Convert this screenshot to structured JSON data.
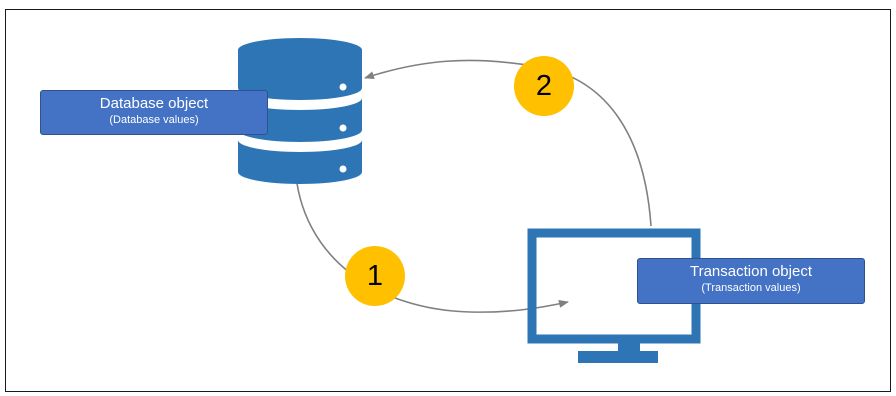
{
  "database_object": {
    "title": "Database object",
    "subtitle": "(Database values)"
  },
  "transaction_object": {
    "title": "Transaction object",
    "subtitle": "(Transaction values)"
  },
  "steps": [
    {
      "number": "1"
    },
    {
      "number": "2"
    }
  ],
  "colors": {
    "icon_blue": "#2e75b6",
    "label_blue": "#4472c4",
    "badge_yellow": "#ffc000",
    "arrow_gray": "#808080",
    "frame_border": "#1a1a1a"
  },
  "icons": {
    "database": "database-icon",
    "monitor": "monitor-icon"
  }
}
